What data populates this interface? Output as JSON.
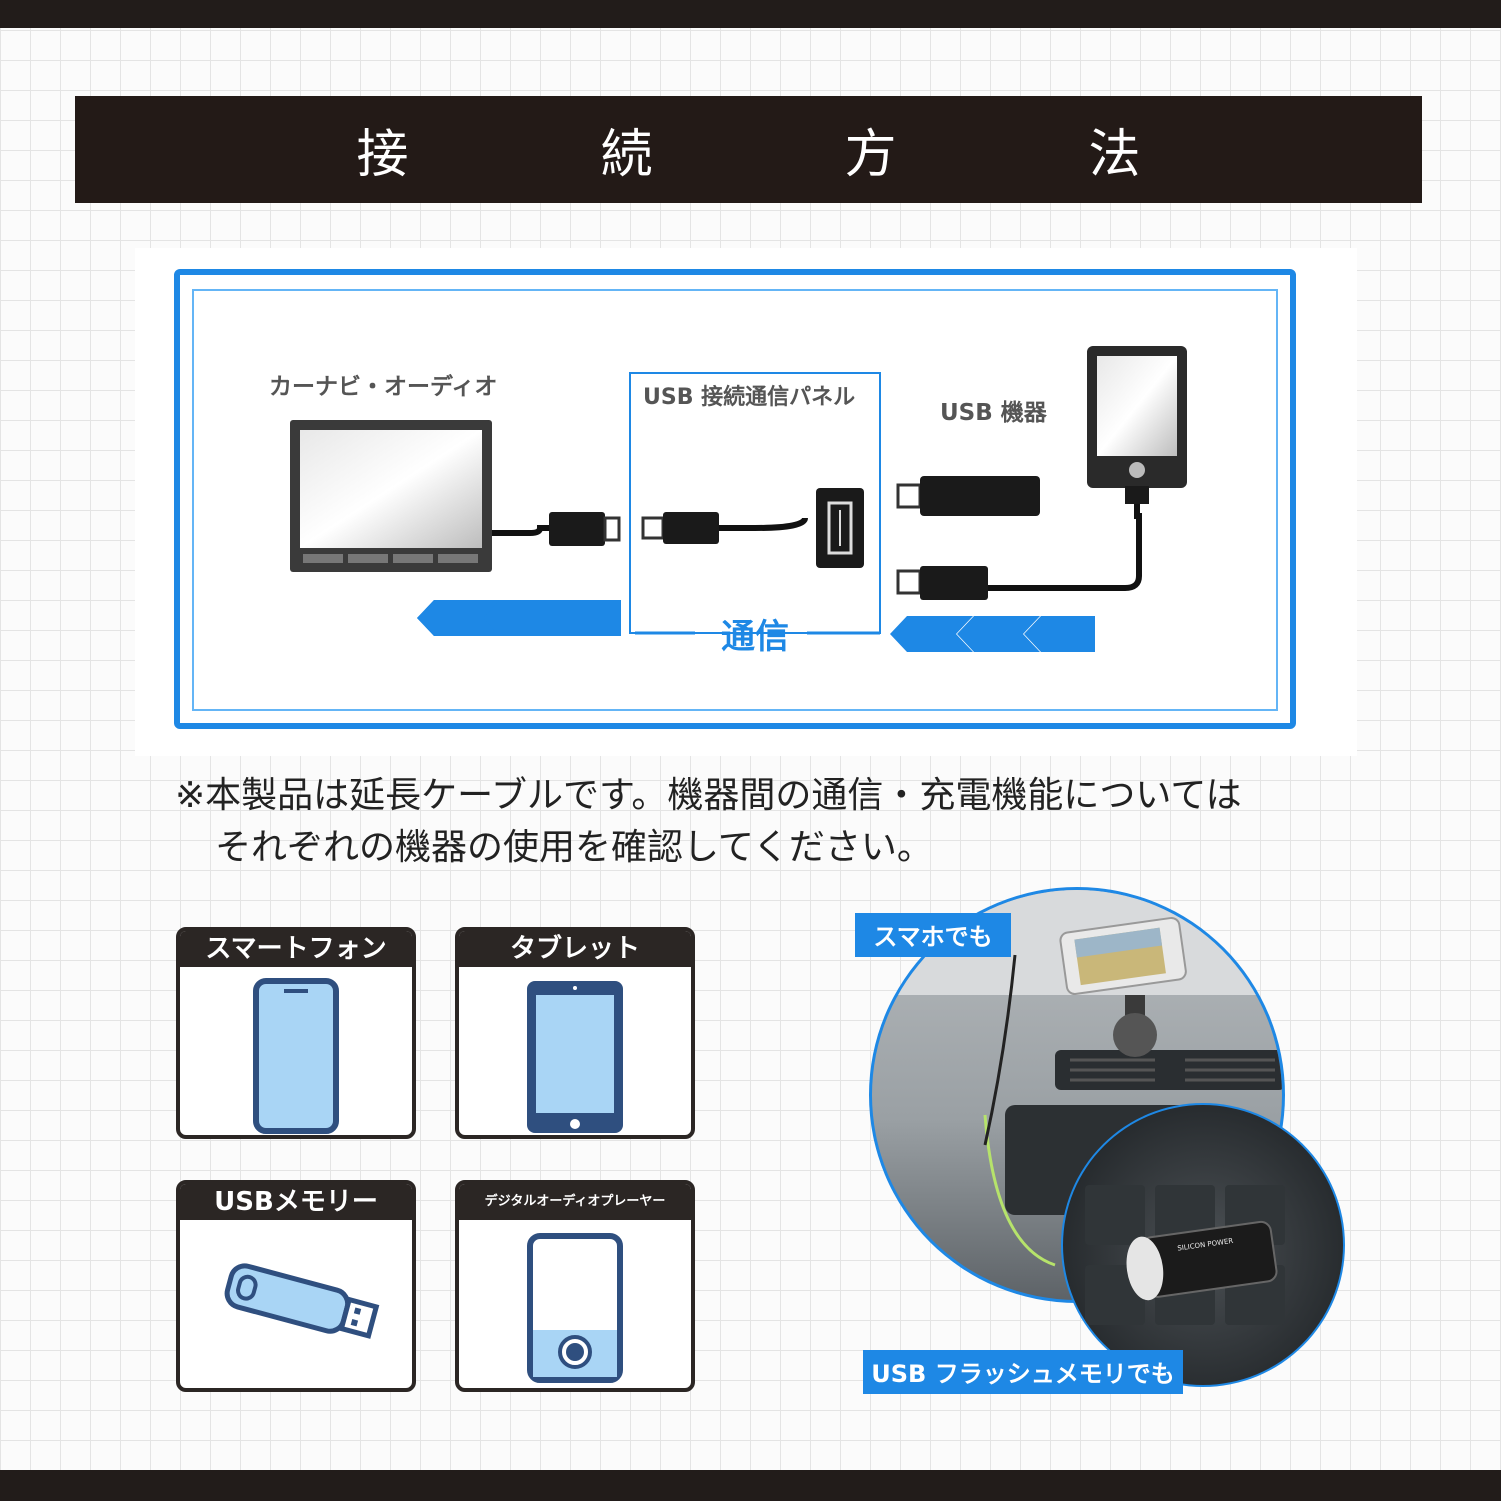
{
  "title": "接　続　方　法",
  "diagram": {
    "car_navi_label": "カーナビ・オーディオ",
    "panel_label": "USB 接続通信パネル",
    "usb_device_label": "USB 機器",
    "comm_label": "通信"
  },
  "note": {
    "line1": "※本製品は延長ケーブルです。機器間の通信・充電機能については",
    "line2": "それぞれの機器の使用を確認してください。"
  },
  "devices": [
    {
      "label": "スマートフォン",
      "icon": "smartphone-icon"
    },
    {
      "label": "タブレット",
      "icon": "tablet-icon"
    },
    {
      "label": "USBメモリー",
      "icon": "usb-memory-icon"
    },
    {
      "label": "デジタルオーディオプレーヤー",
      "icon": "audio-player-icon"
    }
  ],
  "photo": {
    "label_phone": "スマホでも",
    "label_usb": "USB フラッシュメモリでも",
    "usb_brand": "SILICON POWER"
  },
  "colors": {
    "dark": "#231a17",
    "accent_blue": "#1e88e5",
    "icon_fill": "#a9d5f5",
    "icon_stroke": "#2f4f7f"
  }
}
